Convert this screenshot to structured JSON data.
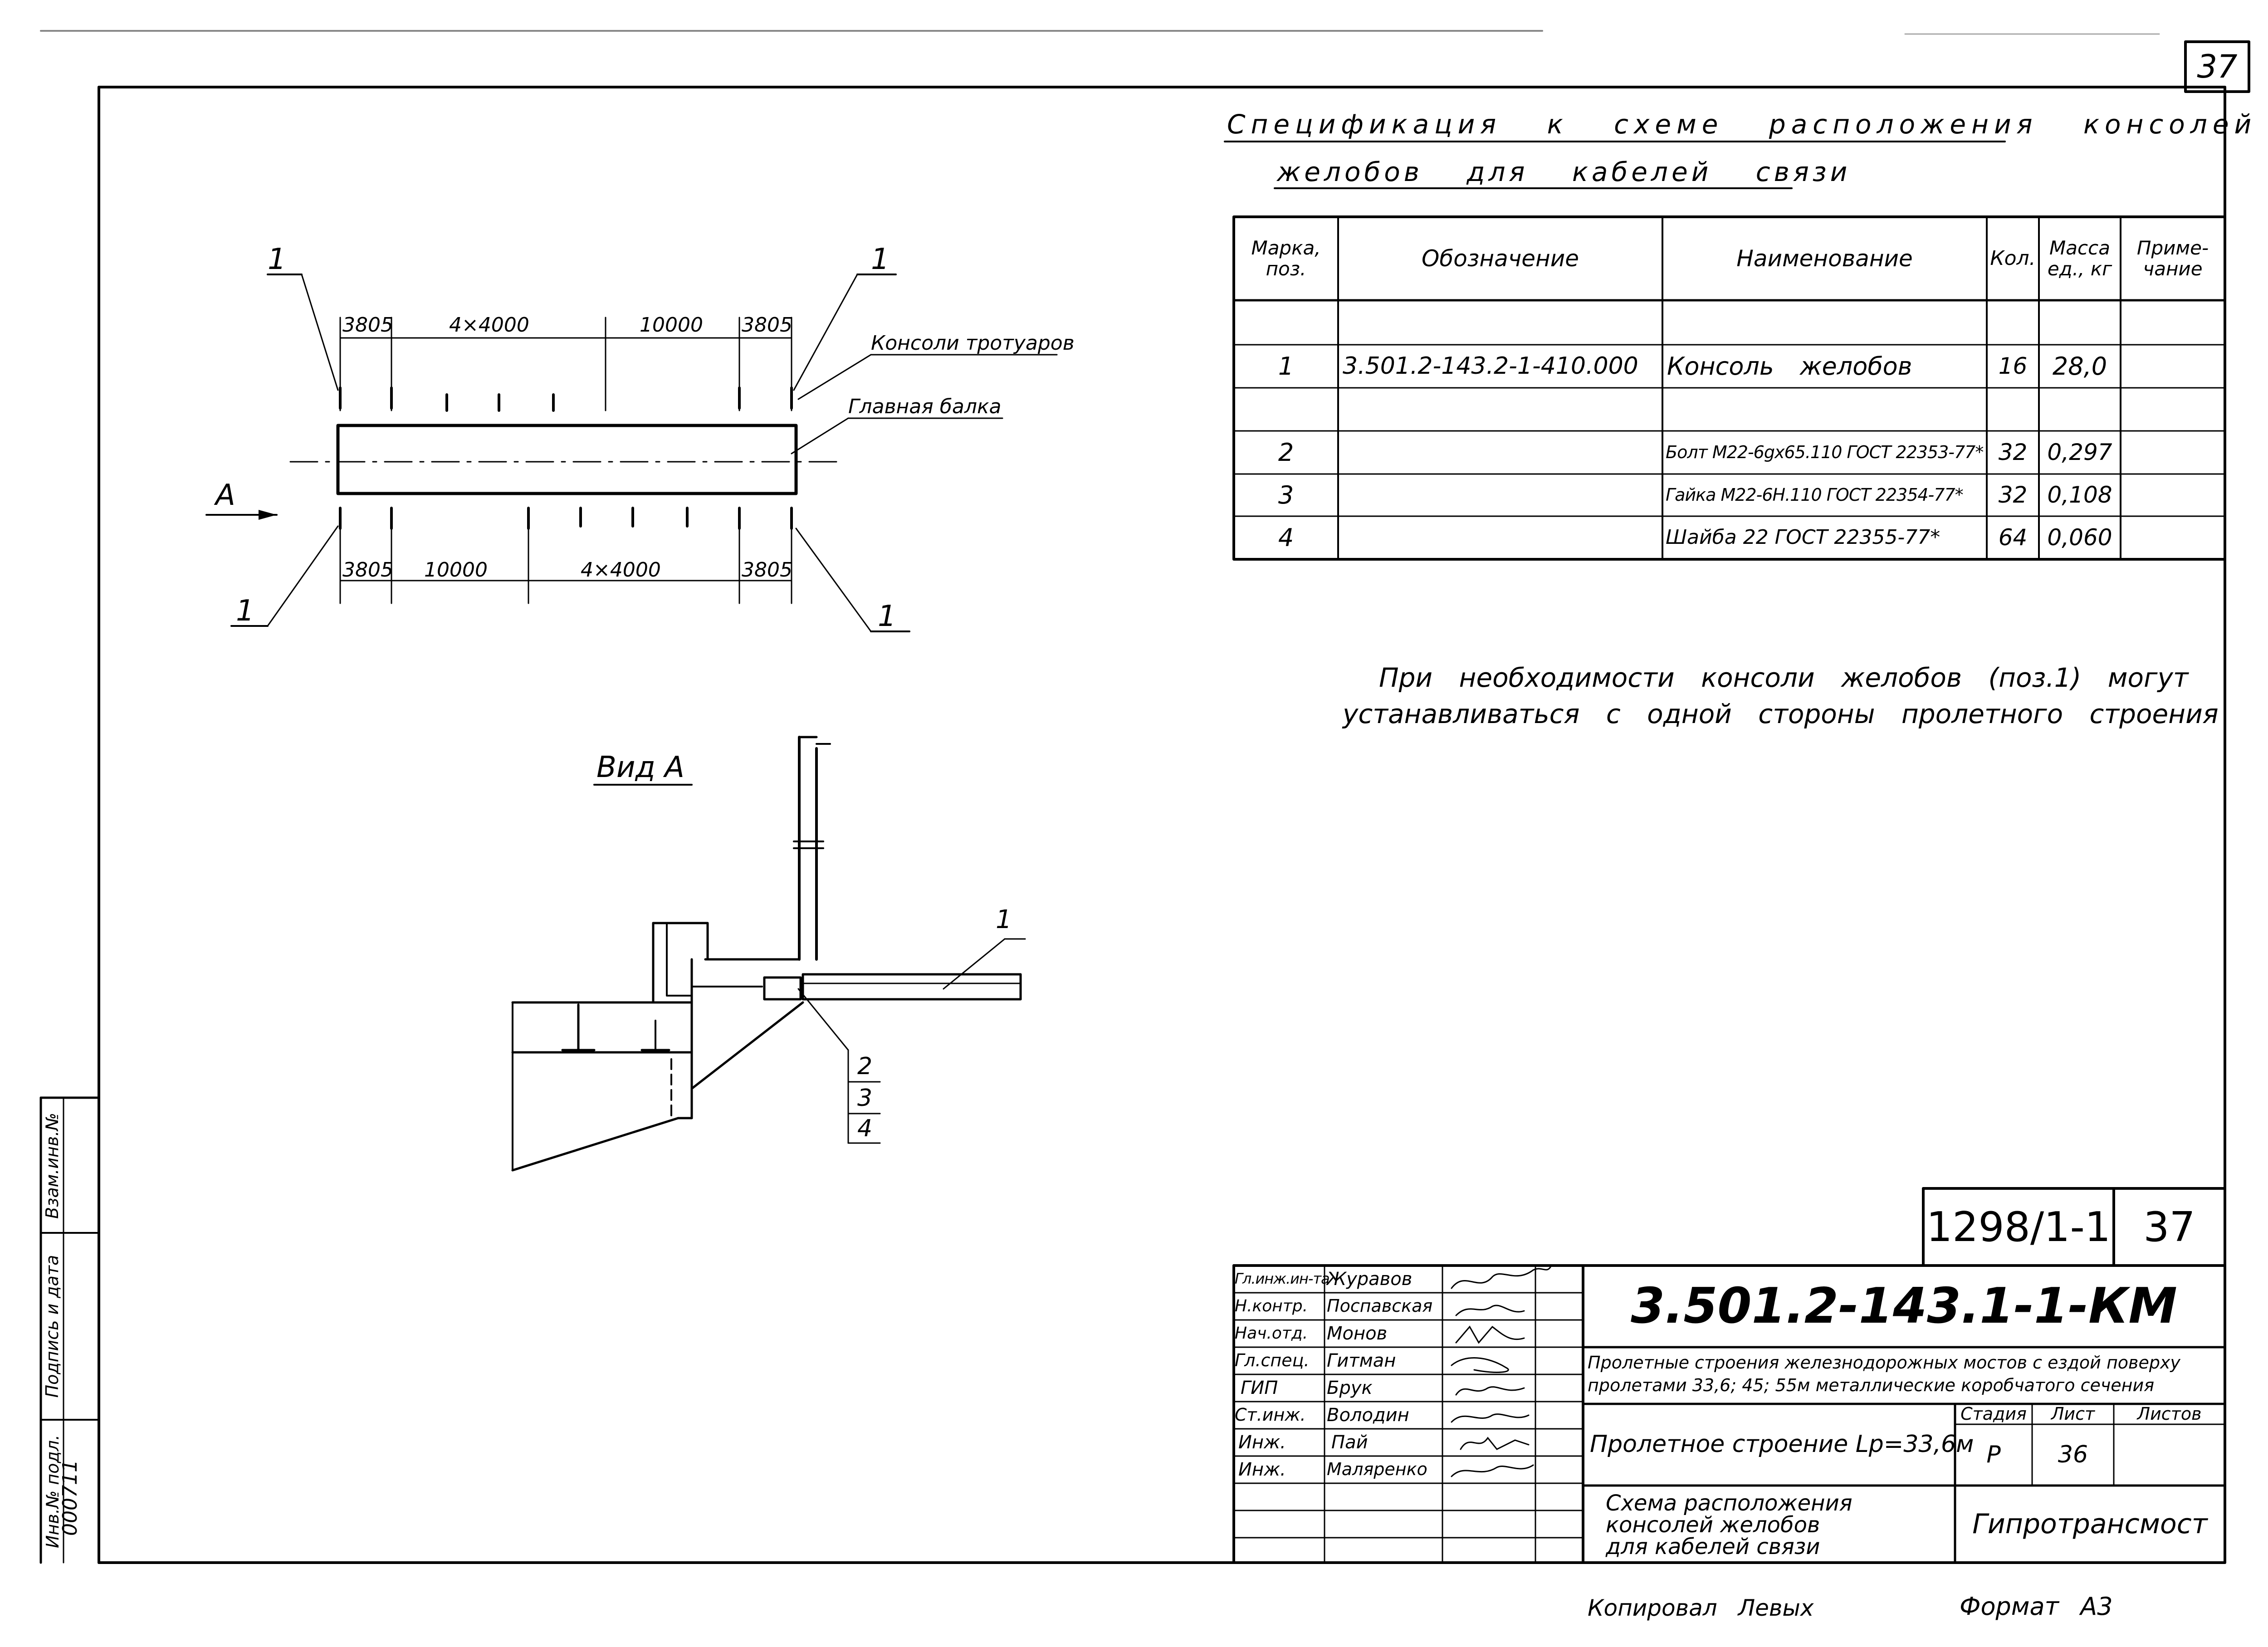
{
  "sheet": {
    "page_number": "37",
    "copied_by": "Копировал Левых",
    "format": "Формат А3"
  },
  "side_stamp": {
    "inv_podl_label": "Инв.№ подл.",
    "inv_podl_value": "000711",
    "sign_date_label": "Подпись и дата",
    "vzam_label": "Взам.инв.№"
  },
  "spec": {
    "title_line1": "Спецификация к схеме расположения консолей",
    "title_line2": "желобов для кабелей связи",
    "headers": [
      "Марка, поз.",
      "Обозначение",
      "Наименование",
      "Кол.",
      "Масса ед., кг",
      "Приме- чание"
    ],
    "rows": [
      {
        "mark": "",
        "designation": "",
        "name": "",
        "qty": "",
        "mass": "",
        "note": ""
      },
      {
        "mark": "1",
        "designation": "3.501.2-143.2-1-410.000",
        "name": "Консоль желобов",
        "qty": "16",
        "mass": "28,0",
        "note": ""
      },
      {
        "mark": "",
        "designation": "",
        "name": "",
        "qty": "",
        "mass": "",
        "note": ""
      },
      {
        "mark": "2",
        "designation": "",
        "name": "Болт М22-6gх65.110 ГОСТ 22353-77*",
        "qty": "32",
        "mass": "0,297",
        "note": ""
      },
      {
        "mark": "3",
        "designation": "",
        "name": "Гайка М22-6Н.110 ГОСТ 22354-77*",
        "qty": "32",
        "mass": "0,108",
        "note": ""
      },
      {
        "mark": "4",
        "designation": "",
        "name": "Шайба 22 ГОСТ 22355-77*",
        "qty": "64",
        "mass": "0,060",
        "note": ""
      }
    ]
  },
  "note": {
    "line1": "При необходимости консоли желобов (поз.1) могут",
    "line2": "устанавливаться с одной стороны пролетного строения"
  },
  "plan": {
    "label_pos1": "1",
    "arrow_label": "А",
    "label_sidewalk": "Консоли тротуаров",
    "label_main_beam": "Главная балка",
    "top_dims": [
      "3805",
      "4×4000",
      "10000",
      "3805"
    ],
    "bottom_dims": [
      "3805",
      "10000",
      "4×4000",
      "3805"
    ]
  },
  "view_a": {
    "title": "Вид А",
    "label_pos1": "1",
    "label_pos2": "2",
    "label_pos3": "3",
    "label_pos4": "4"
  },
  "title_block": {
    "album_code": "1298/1-1",
    "album_sheet": "37",
    "document_code": "3.501.2-143.1-1-КМ",
    "project_line1": "Пролетные строения железнодорожных мостов с ездой поверху",
    "project_line2": "пролетами 33,6; 45; 55м металлические коробчатого сечения",
    "object": "Пролетное строение Lp=33,6м",
    "drawing_title_line1": "Схема расположения",
    "drawing_title_line2": "консолей желобов",
    "drawing_title_line3": "для кабелей связи",
    "stage_label": "Стадия",
    "sheet_label": "Лист",
    "sheets_label": "Листов",
    "stage_value": "Р",
    "sheet_value": "36",
    "sheets_value": "",
    "organization": "Гипротрансмост",
    "signers": [
      {
        "role": "Гл.инж.ин-та",
        "name": "Журавов"
      },
      {
        "role": "Н.контр.",
        "name": "Поспавская"
      },
      {
        "role": "Нач.отд.",
        "name": "Монов"
      },
      {
        "role": "Гл.спец.",
        "name": "Гитман"
      },
      {
        "role": "ГИП",
        "name": "Брук"
      },
      {
        "role": "Ст.инж.",
        "name": "Володин"
      },
      {
        "role": "Инж.",
        "name": "Пай"
      },
      {
        "role": "Инж.",
        "name": "Маляренко"
      }
    ]
  }
}
